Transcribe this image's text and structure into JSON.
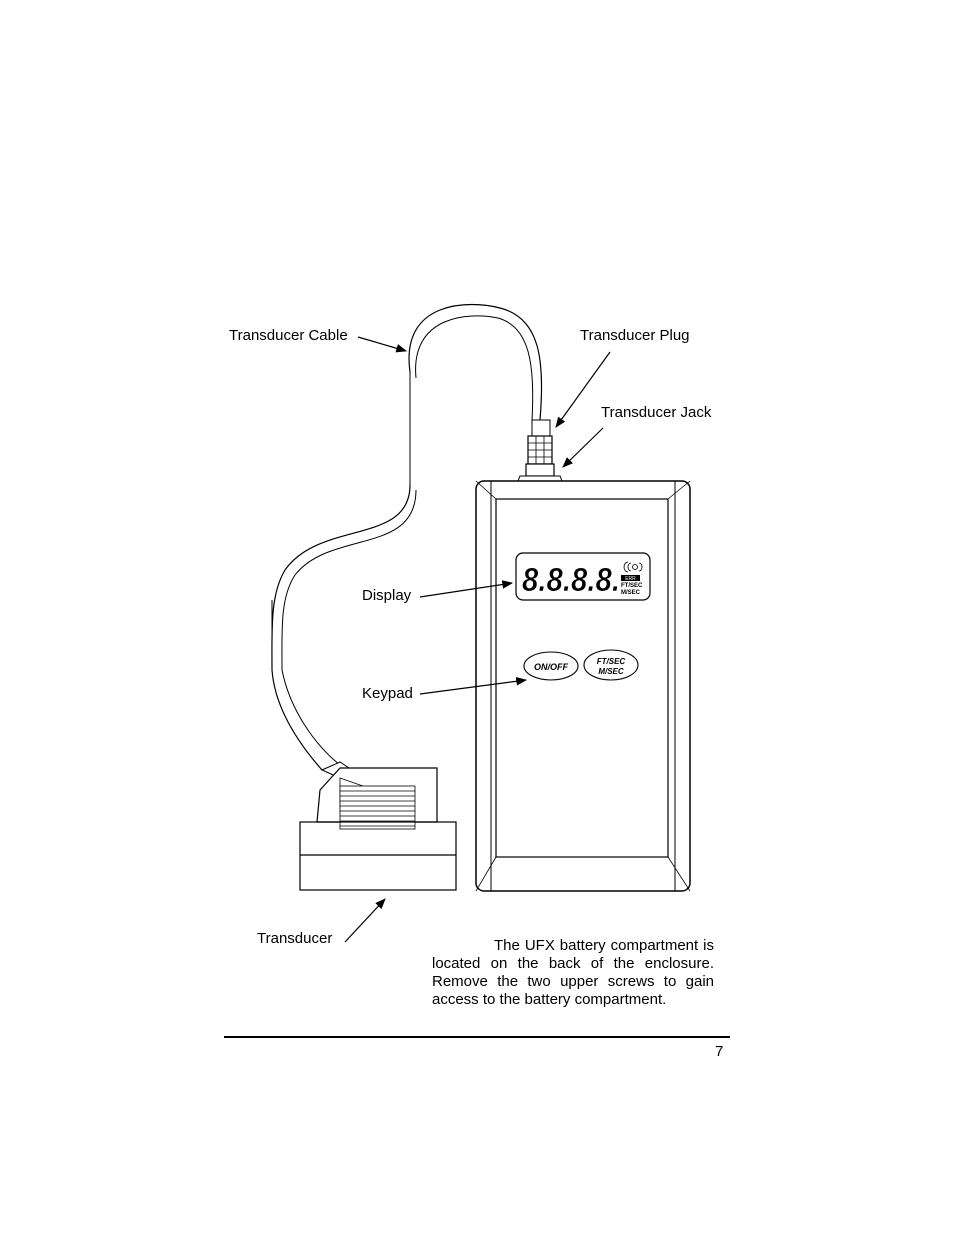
{
  "labels": {
    "transducer_cable": "Transducer Cable",
    "transducer_plug": "Transducer Plug",
    "transducer_jack": "Transducer Jack",
    "display": "Display",
    "keypad": "Keypad",
    "transducer": "Transducer"
  },
  "device": {
    "display_digits": "8.8.8.8.",
    "display_indicators": [
      "ERR",
      "FT/SEC",
      "M/SEC"
    ],
    "key_onoff": "ON/OFF",
    "key_units_line1": "FT/SEC",
    "key_units_line2": "M/SEC"
  },
  "note": {
    "text": "The UFX battery compartment is located on the back of the enclosure. Remove the two upper screws to gain access to the battery compartment."
  },
  "page_number": "7"
}
